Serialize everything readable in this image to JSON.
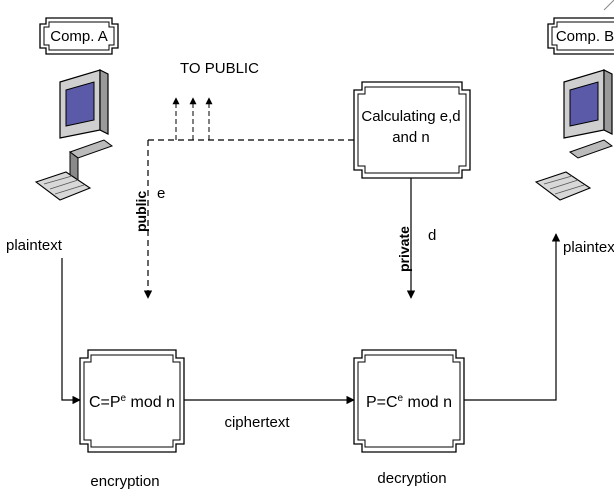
{
  "comp_a": "Comp. A",
  "comp_b": "Comp. B",
  "to_public": "TO PUBLIC",
  "calc": {
    "line1": "Calculating e,d",
    "line2": "and n"
  },
  "public_label": "public",
  "e_label": "e",
  "private_label": "private",
  "d_label": "d",
  "plaintext_a": "plaintext",
  "plaintext_b": "plaintext",
  "encrypt_formula": {
    "base": "C=P",
    "sup": "e",
    "rest": " mod n"
  },
  "decrypt_formula": {
    "base": "P=C",
    "sup": "e",
    "rest": " mod n"
  },
  "ciphertext": "ciphertext",
  "encryption": "encryption",
  "decryption": "decryption"
}
